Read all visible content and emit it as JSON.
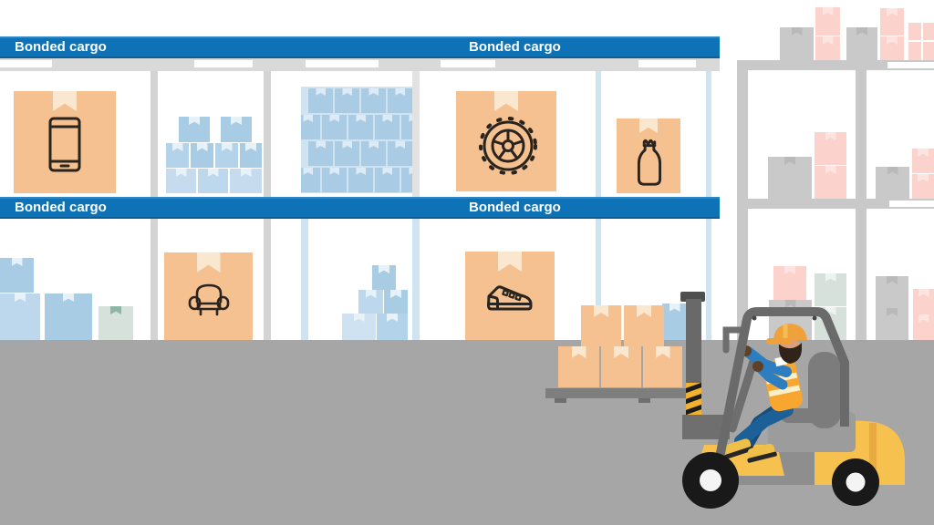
{
  "scene": {
    "type": "bonded-warehouse-illustration",
    "sign_count": 4
  },
  "signs": [
    {
      "id": "top-shelf-left",
      "label": "Bonded cargo"
    },
    {
      "id": "top-shelf-center",
      "label": "Bonded cargo"
    },
    {
      "id": "mid-shelf-left",
      "label": "Bonded cargo"
    },
    {
      "id": "mid-shelf-center",
      "label": "Bonded cargo"
    }
  ],
  "carton_icons": [
    "smartphone-icon",
    "tire-icon",
    "bottle-icon",
    "armchair-icon",
    "sneaker-icon"
  ],
  "figures": [
    "forklift",
    "forklift-driver",
    "pallet-of-cartons"
  ],
  "colors": {
    "sign_blue": "#0e72b6",
    "sign_text": "#ffffff",
    "carton_orange": "#f5c191",
    "carton_tape": "#f9e8cf",
    "box_blue": "#a9cce5",
    "box_blue_light": "#c6dcee",
    "box_pink": "#fbd2cc",
    "box_gray": "#c9c9c9",
    "box_green": "#d6e1dc",
    "wall_white": "#ffffff",
    "floor_gray": "#a6a6a6",
    "forklift_yellow": "#f6c14e",
    "forklift_frame_gray": "#6a6a6a",
    "hazard_yellow": "#f2b22e",
    "vest_orange": "#f7a630",
    "shirt_blue": "#2d7dc1",
    "pants_blue": "#1d6097",
    "helmet_orange": "#efa23b",
    "icon_stroke": "#2a241e"
  }
}
